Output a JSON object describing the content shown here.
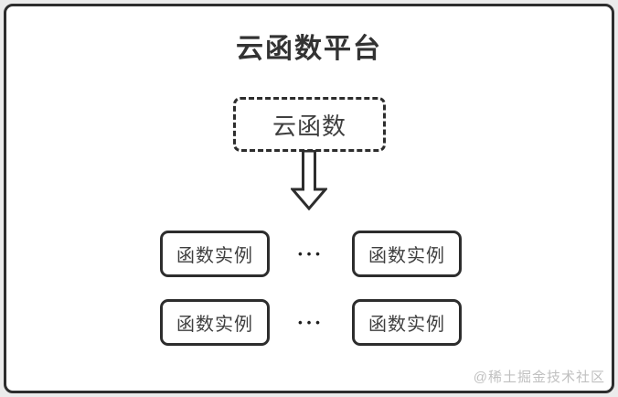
{
  "diagram": {
    "title": "云函数平台",
    "cloud_function_box": {
      "label": "云函数"
    },
    "instances": {
      "rows": [
        {
          "left_label": "函数实例",
          "separator": "•••",
          "right_label": "函数实例"
        },
        {
          "left_label": "函数实例",
          "separator": "•••",
          "right_label": "函数实例"
        }
      ]
    },
    "watermark": "@稀土掘金技术社区",
    "colors": {
      "outer_background": "#ebebeb",
      "inner_background": "#ffffff",
      "border": "#2d2d2d",
      "title_text": "#333333",
      "box_text": "#3f3f3f",
      "watermark_text": "#c0c0c0"
    }
  }
}
